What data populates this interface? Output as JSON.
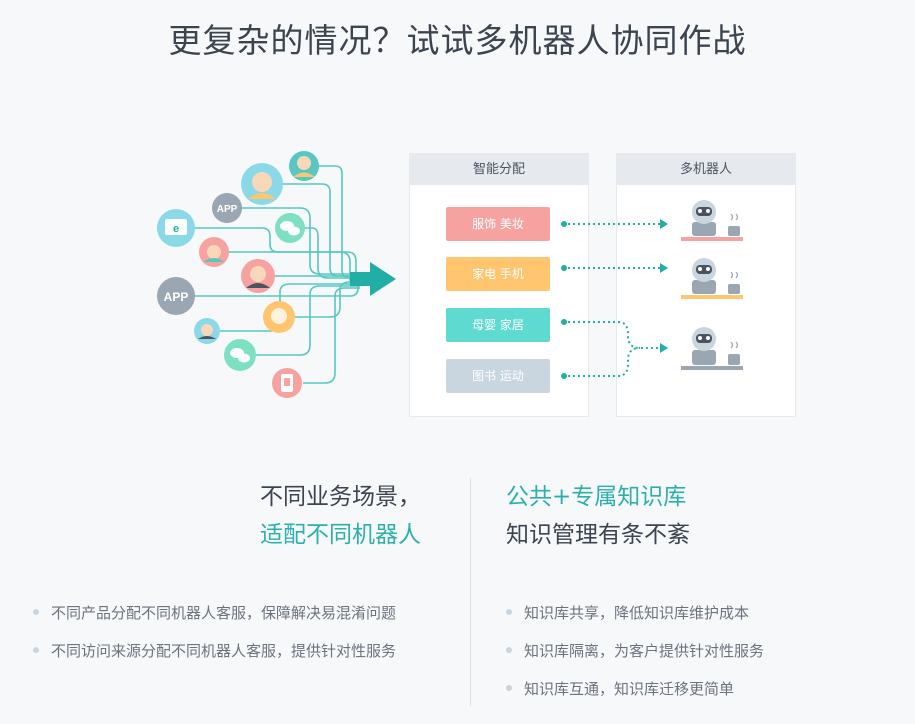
{
  "header": {
    "title": "更复杂的情况？试试多机器人协同作战"
  },
  "illustration": {
    "app_badges": [
      "APP",
      "APP"
    ],
    "panel_left": {
      "title": "智能分配",
      "categories": [
        {
          "label": "服饰 美妆",
          "color": "#f6a2a0"
        },
        {
          "label": "家电 手机",
          "color": "#ffc56f"
        },
        {
          "label": "母婴 家居",
          "color": "#5fdad0"
        },
        {
          "label": "图书 运动",
          "color": "#c9d6df"
        }
      ]
    },
    "panel_right": {
      "title": "多机器人"
    },
    "colors": {
      "line": "#56c7c1",
      "arrow": "#20aea6"
    }
  },
  "left_column": {
    "title_line1": "不同业务场景，",
    "title_line2": "适配不同机器人",
    "bullets": [
      "不同产品分配不同机器人客服，保障解决易混淆问题",
      "不同访问来源分配不同机器人客服，提供针对性服务"
    ]
  },
  "right_column": {
    "title_line1": "公共+专属知识库",
    "title_line2": "知识管理有条不紊",
    "bullets": [
      "知识库共享，降低知识库维护成本",
      "知识库隔离，为客户提供针对性服务",
      "知识库互通，知识库迁移更简单"
    ]
  }
}
